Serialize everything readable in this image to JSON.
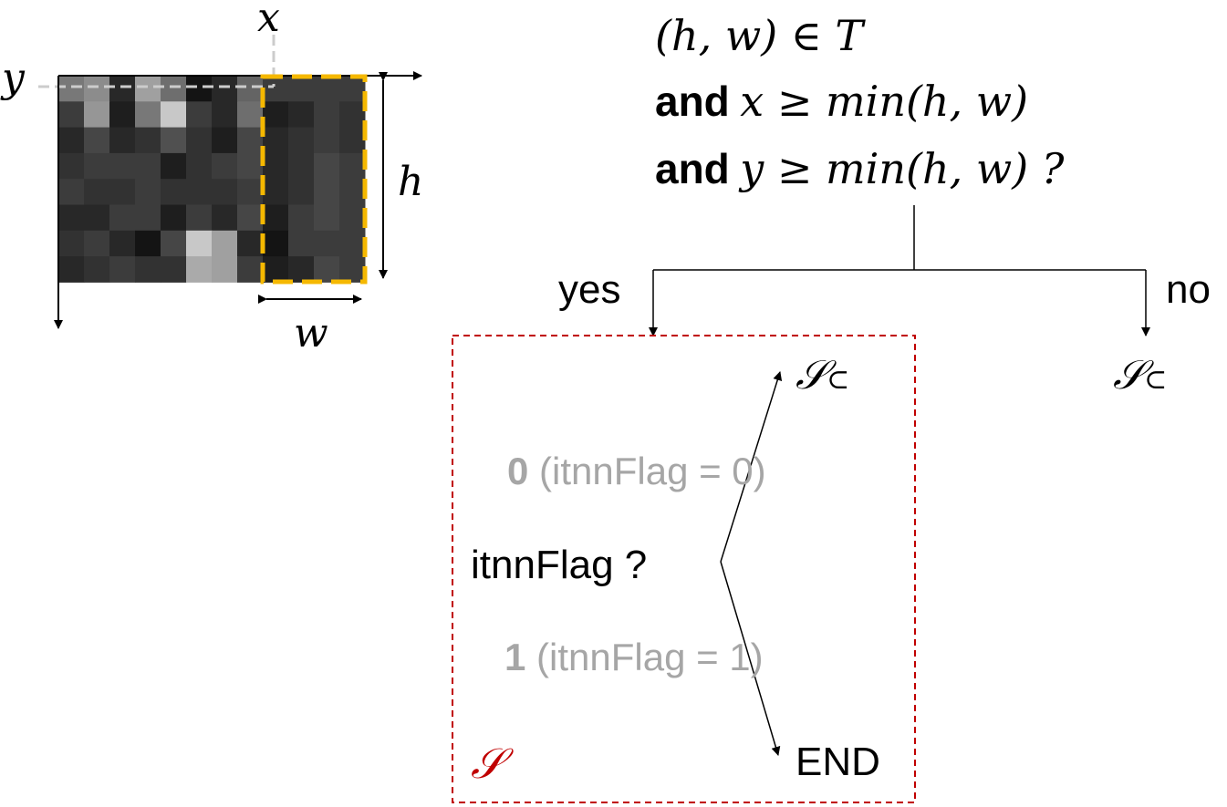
{
  "patch": {
    "label_x": "x",
    "label_y": "y",
    "label_h": "h",
    "label_w": "w",
    "pixels": [
      [
        120,
        140,
        40,
        160,
        110,
        20,
        40,
        100,
        60,
        60,
        60,
        60
      ],
      [
        60,
        150,
        30,
        120,
        200,
        60,
        40,
        110,
        30,
        40,
        60,
        50
      ],
      [
        40,
        70,
        40,
        50,
        80,
        50,
        30,
        70,
        40,
        50,
        60,
        50
      ],
      [
        50,
        60,
        60,
        60,
        30,
        50,
        60,
        70,
        40,
        50,
        70,
        60
      ],
      [
        60,
        50,
        50,
        60,
        50,
        50,
        50,
        60,
        40,
        50,
        70,
        60
      ],
      [
        40,
        40,
        60,
        60,
        30,
        60,
        40,
        70,
        30,
        60,
        70,
        60
      ],
      [
        50,
        60,
        40,
        20,
        70,
        200,
        160,
        40,
        20,
        60,
        60,
        60
      ],
      [
        40,
        50,
        60,
        50,
        50,
        170,
        160,
        60,
        30,
        40,
        70,
        60
      ]
    ],
    "highlight_color": "#f5b800"
  },
  "condition": {
    "line1": "(h, w) ∈ T",
    "and1": "and",
    "line2": "x ≥ min(h, w)",
    "and2": "and",
    "line3": "y ≥ min(h, w) ?"
  },
  "branches": {
    "yes": "yes",
    "no": "no",
    "no_result": "𝒮",
    "no_result_sub": "⊂"
  },
  "box": {
    "label": "𝒮",
    "question": "itnnFlag ?",
    "opt0_value": "0",
    "opt0_text": "(itnnFlag = 0)",
    "opt1_value": "1",
    "opt1_text": "(itnnFlag = 1)",
    "top_result": "𝒮",
    "top_result_sub": "⊂",
    "end": "END",
    "border_color": "#c00000"
  }
}
